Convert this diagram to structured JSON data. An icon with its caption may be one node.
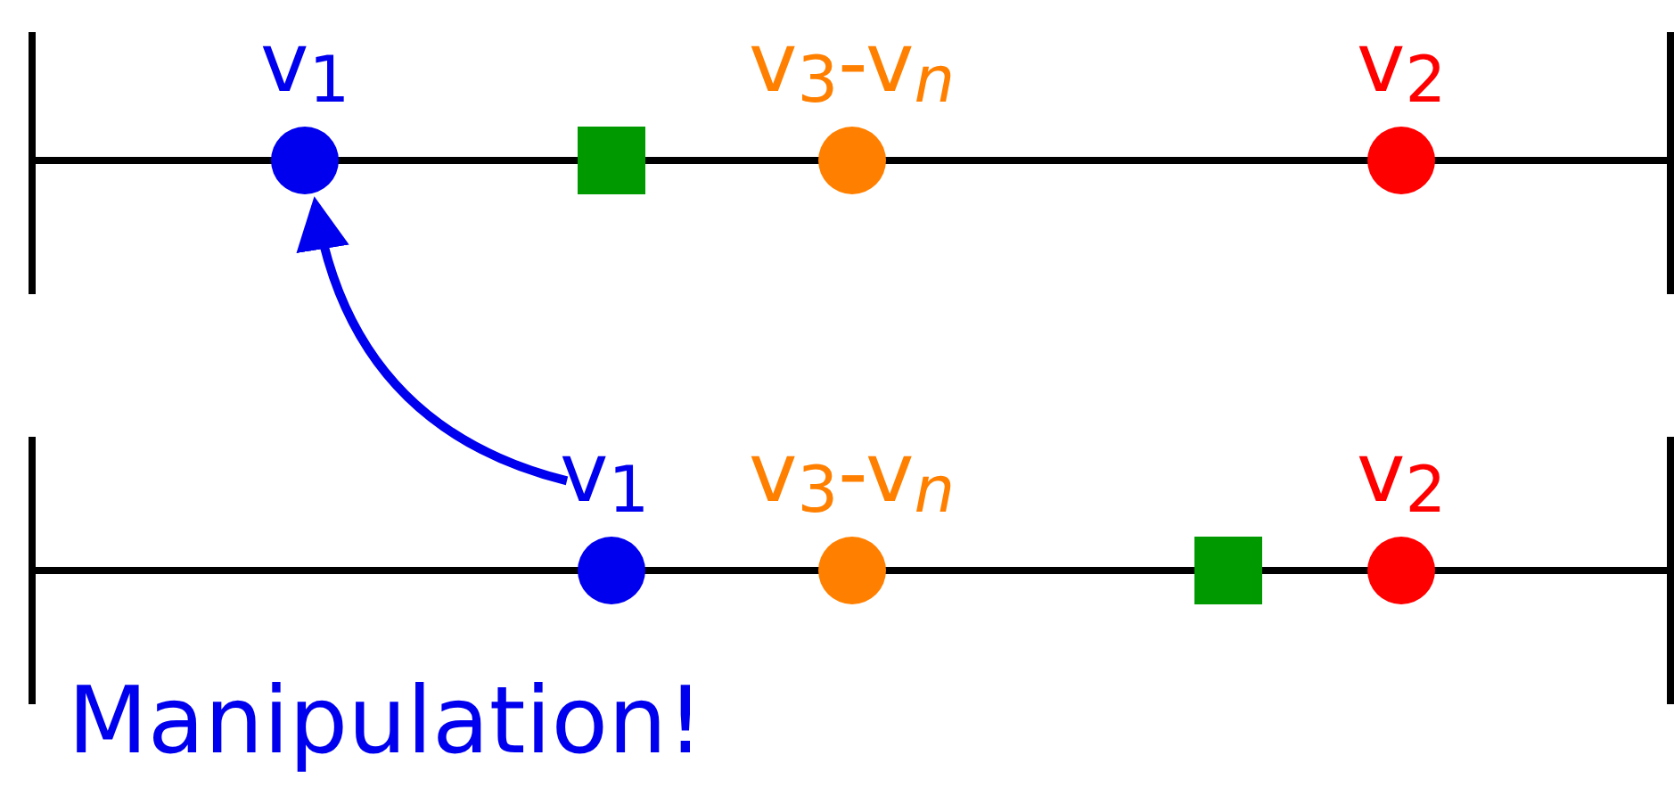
{
  "diagram": {
    "nodes": [
      {
        "text": [
          "v$_{1}$"
        ]
      },
      {
        "text": [],
        "shape": "box"
      },
      {
        "text": [
          "v$_{3}$-v$_{n}$"
        ]
      },
      {
        "text": [
          "v$_{2}$"
        ]
      },
      {
        "text": [
          "v$_{1}$"
        ]
      },
      {
        "text": [
          "v$_{3}$-v$_{n}$"
        ]
      },
      {
        "text": [],
        "shape": "box"
      },
      {
        "text": [
          "v$_{2}$"
        ]
      }
    ],
    "edges": [
      {
        "from": 4,
        "to": 0,
        "arrow": "to"
      }
    ],
    "labels": [
      "Manipulation!"
    ]
  }
}
